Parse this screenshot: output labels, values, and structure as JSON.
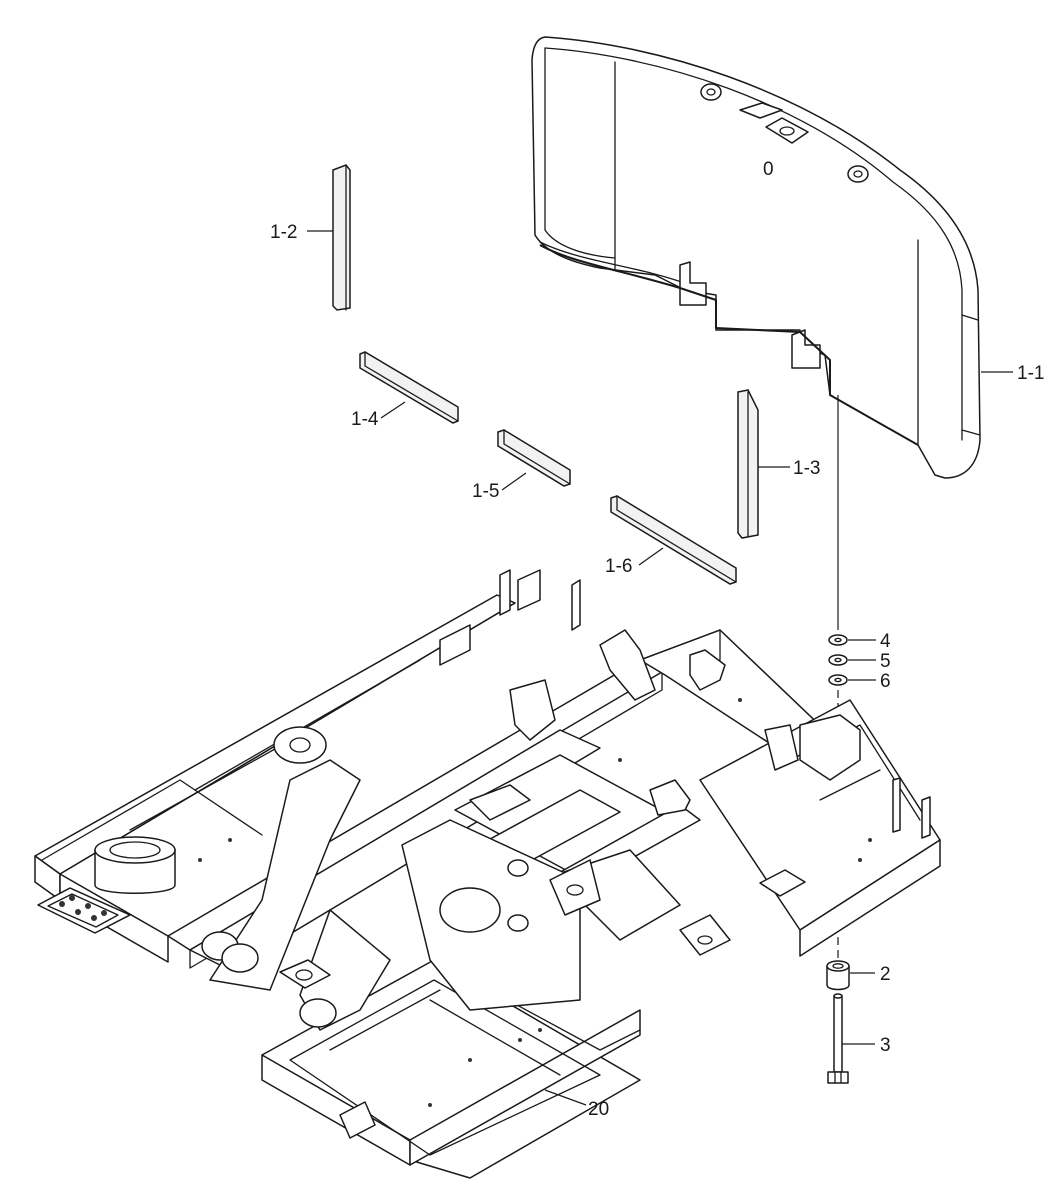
{
  "callouts": {
    "c1_1": "1-1",
    "c1_2": "1-2",
    "c1_3": "1-3",
    "c1_4": "1-4",
    "c1_5": "1-5",
    "c1_6": "1-6",
    "c2": "2",
    "c3": "3",
    "c4": "4",
    "c5": "5",
    "c6": "6",
    "c20": "20"
  },
  "counterweight_mark": "0"
}
